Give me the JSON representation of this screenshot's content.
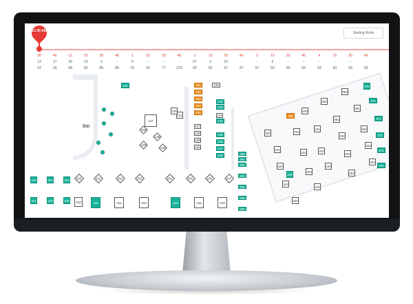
{
  "header": {
    "seating_mode_label": "Seating Mode",
    "time_pin": "11:30 AM"
  },
  "timeline": {
    "row1": [
      "30",
      "45",
      "12",
      "15",
      "30",
      "45",
      "1",
      "15",
      "30",
      "45",
      "2",
      "15",
      "30",
      "45",
      "3",
      "15",
      "30",
      "45",
      "4",
      "15",
      "30",
      "45"
    ],
    "row2": [
      "12",
      "17",
      "39",
      "13",
      "2",
      "-",
      "6",
      "-",
      "-",
      "-",
      "57",
      "2",
      "22",
      "-",
      "-",
      "2",
      "-",
      "-",
      "-",
      "-",
      "-",
      "-"
    ],
    "row3": [
      "12",
      "29",
      "68",
      "83",
      "85",
      "85",
      "91",
      "91",
      "77",
      "123",
      "92",
      "92",
      "97",
      "97",
      "97",
      "93",
      "93",
      "93",
      "93",
      "93",
      "93",
      "93"
    ]
  },
  "floor": {
    "bar_label": "Bar",
    "tables": [
      {
        "id": "120",
        "t": "teal"
      },
      {
        "id": "121",
        "t": "sq"
      },
      {
        "id": "127",
        "t": "sq"
      },
      {
        "id": "125",
        "t": "sq"
      },
      {
        "id": "126",
        "t": "diamond"
      },
      {
        "id": "128",
        "t": "diamond"
      },
      {
        "id": "129",
        "t": "diamond"
      },
      {
        "id": "130",
        "t": "diamond"
      },
      {
        "id": "131",
        "t": "orange"
      },
      {
        "id": "132",
        "t": "orange"
      },
      {
        "id": "133",
        "t": "orange"
      },
      {
        "id": "134",
        "t": "orange"
      },
      {
        "id": "135",
        "t": "orange"
      },
      {
        "id": "136",
        "t": "sq"
      },
      {
        "id": "137",
        "t": "sq"
      },
      {
        "id": "138",
        "t": "sq"
      },
      {
        "id": "139",
        "t": "sq"
      },
      {
        "id": "140",
        "t": "sq"
      },
      {
        "id": "141",
        "t": "sq"
      },
      {
        "id": "142",
        "t": "teal"
      },
      {
        "id": "143",
        "t": "teal"
      },
      {
        "id": "144",
        "t": "teal"
      },
      {
        "id": "145",
        "t": "teal"
      },
      {
        "id": "146",
        "t": "teal"
      },
      {
        "id": "147",
        "t": "teal"
      },
      {
        "id": "148",
        "t": "teal"
      },
      {
        "id": "300",
        "t": "teal"
      },
      {
        "id": "301",
        "t": "teal"
      },
      {
        "id": "302",
        "t": "teal"
      },
      {
        "id": "303",
        "t": "teal"
      },
      {
        "id": "304",
        "t": "teal"
      },
      {
        "id": "305",
        "t": "teal"
      },
      {
        "id": "306",
        "t": "teal"
      },
      {
        "id": "200",
        "t": "diamond"
      },
      {
        "id": "201",
        "t": "diamond"
      },
      {
        "id": "202",
        "t": "diamond"
      },
      {
        "id": "203",
        "t": "diamond"
      },
      {
        "id": "204",
        "t": "diamond"
      },
      {
        "id": "205",
        "t": "diamond"
      },
      {
        "id": "206",
        "t": "diamond"
      },
      {
        "id": "207",
        "t": "diamond"
      },
      {
        "id": "210",
        "t": "sq"
      },
      {
        "id": "211",
        "t": "teal"
      },
      {
        "id": "212",
        "t": "sq"
      },
      {
        "id": "213",
        "t": "sq"
      },
      {
        "id": "214",
        "t": "teal"
      },
      {
        "id": "215",
        "t": "sq"
      },
      {
        "id": "216",
        "t": "sq"
      },
      {
        "id": "310",
        "t": "teal"
      },
      {
        "id": "311",
        "t": "teal"
      },
      {
        "id": "312",
        "t": "teal"
      },
      {
        "id": "313",
        "t": "teal"
      },
      {
        "id": "314",
        "t": "teal"
      },
      {
        "id": "315",
        "t": "teal"
      },
      {
        "id": "320",
        "t": "sq"
      },
      {
        "id": "321",
        "t": "sq"
      },
      {
        "id": "322",
        "t": "sq"
      },
      {
        "id": "323",
        "t": "sq"
      },
      {
        "id": "324",
        "t": "sq"
      },
      {
        "id": "325",
        "t": "teal"
      },
      {
        "id": "330",
        "t": "orange"
      },
      {
        "id": "331",
        "t": "sq"
      },
      {
        "id": "332",
        "t": "sq"
      },
      {
        "id": "333",
        "t": "sq"
      },
      {
        "id": "334",
        "t": "sq"
      },
      {
        "id": "340",
        "t": "sq"
      },
      {
        "id": "341",
        "t": "sq"
      },
      {
        "id": "342",
        "t": "sq"
      },
      {
        "id": "343",
        "t": "sq"
      },
      {
        "id": "350",
        "t": "sq"
      },
      {
        "id": "351",
        "t": "sq"
      },
      {
        "id": "352",
        "t": "sq"
      },
      {
        "id": "353",
        "t": "sq"
      },
      {
        "id": "354",
        "t": "sq"
      },
      {
        "id": "360",
        "t": "sq"
      },
      {
        "id": "361",
        "t": "sq"
      },
      {
        "id": "362",
        "t": "sq"
      },
      {
        "id": "363",
        "t": "sq"
      },
      {
        "id": "364",
        "t": "sq"
      },
      {
        "id": "370",
        "t": "teal"
      },
      {
        "id": "371",
        "t": "teal"
      },
      {
        "id": "372",
        "t": "teal"
      },
      {
        "id": "373",
        "t": "teal"
      },
      {
        "id": "374",
        "t": "teal"
      },
      {
        "id": "375",
        "t": "teal"
      }
    ]
  },
  "colors": {
    "accent": "#e53935",
    "available": "#19b39a",
    "seated": "#f0901d"
  }
}
